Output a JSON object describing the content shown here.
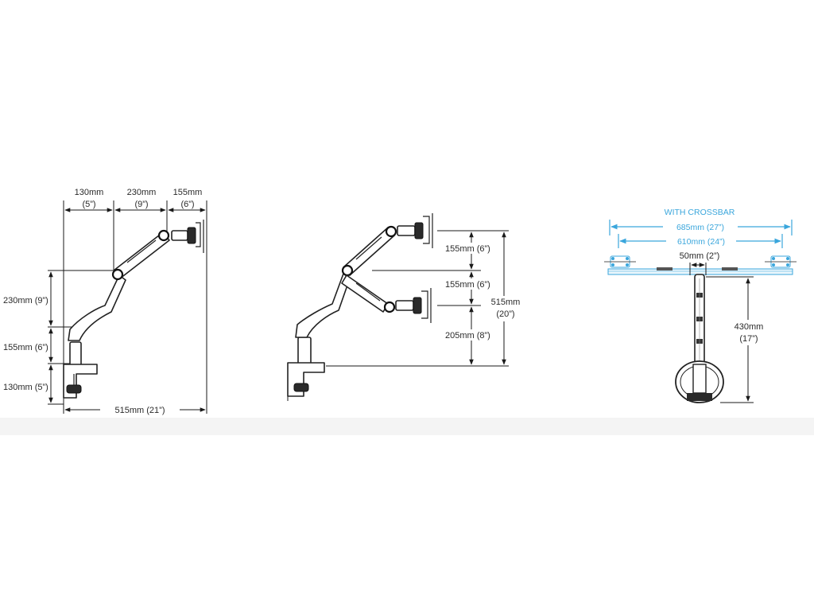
{
  "views": {
    "side_view": {
      "top_dims": [
        {
          "mm": "130mm",
          "in": "(5”)"
        },
        {
          "mm": "230mm",
          "in": "(9”)"
        },
        {
          "mm": "155mm",
          "in": "(6”)"
        }
      ],
      "left_dims": [
        "230mm (9”)",
        "155mm (6”)",
        "130mm (5”)"
      ],
      "bottom_dim": "515mm (21”)"
    },
    "height_view": {
      "dims": [
        "155mm (6”)",
        "155mm (6”)",
        "205mm (8”)"
      ],
      "total_mm": "515mm",
      "total_in": "(20”)"
    },
    "front_view": {
      "crossbar_title": "WITH CROSSBAR",
      "outer_width": "685mm (27”)",
      "inner_width": "610mm (24”)",
      "offset": "50mm (2”)",
      "height_mm": "430mm",
      "height_in": "(17”)"
    }
  },
  "colors": {
    "accent": "#3aa6dc",
    "line": "#1a1a1a"
  }
}
